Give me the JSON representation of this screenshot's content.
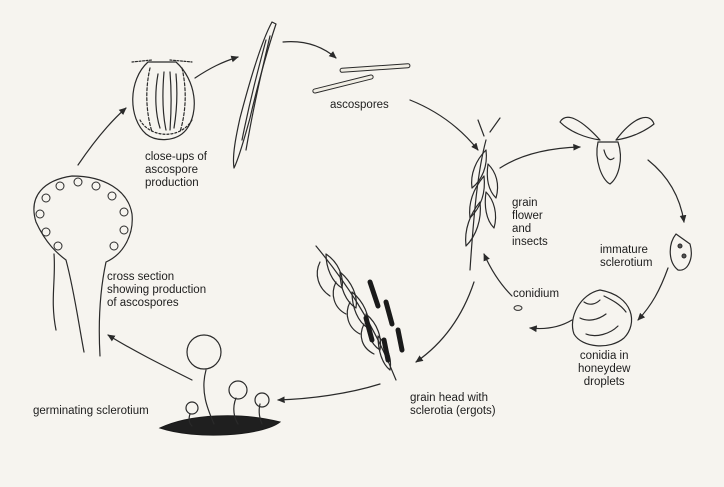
{
  "labels": {
    "closeups": "close-ups of\nascospore\nproduction",
    "ascospores": "ascospores",
    "grain_flower": "grain\nflower\nand\ninsects",
    "immature": "immature\nsclerotium",
    "conidium": "conidium",
    "conidia": "conidia in\nhoneydew\ndroplets",
    "grain_head": "grain head with\nsclerotia (ergots)",
    "germinating": "germinating sclerotium",
    "cross_section": "cross section\nshowing production\nof ascospores"
  },
  "colors": {
    "background": "#f6f4ef",
    "ink": "#2a2a2a",
    "ergot": "#1a1a1a"
  }
}
